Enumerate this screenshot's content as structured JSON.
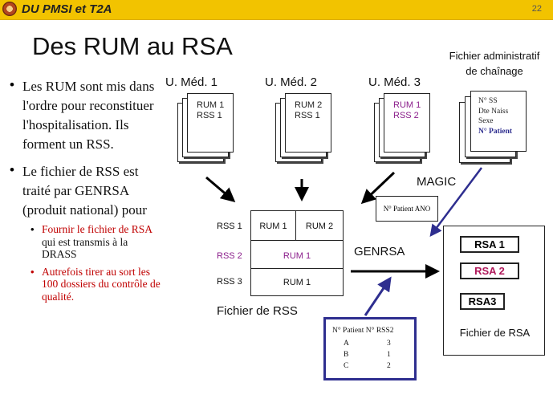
{
  "header": {
    "title": "DU PMSI et T2A",
    "slide_number": "22"
  },
  "slide_title": "Des RUM au RSA",
  "bullets": [
    {
      "text": "Les RUM sont mis dans l'ordre pour reconstituer l'hospitalisation. Ils forment un RSS."
    },
    {
      "text": "Le fichier de RSS est traité par GENRSA (produit national) pour"
    }
  ],
  "sub_bullets": [
    {
      "red": "Fournir le fichier de RSA",
      "black": " qui est transmis à la DRASS"
    },
    {
      "red": "Autrefois tirer au sort les 100 dossiers du contrôle de qualité.",
      "black": ""
    }
  ],
  "units": [
    {
      "label": "U. Méd. 1",
      "line1": "RUM 1",
      "line2": "RSS 1",
      "color": "#222222"
    },
    {
      "label": "U. Méd. 2",
      "line1": "RUM 2",
      "line2": "RSS 1",
      "color": "#222222"
    },
    {
      "label": "U. Méd. 3",
      "line1": "RUM 1",
      "line2": "RSS 2",
      "color": "#8b1e8b"
    }
  ],
  "admin_file": {
    "label_line1": "Fichier administratif",
    "label_line2": "de chaînage",
    "lines": [
      "N° SS",
      "Dte Naiss",
      "Sexe"
    ],
    "patient": "N° Patient"
  },
  "magic": {
    "label": "MAGIC",
    "box_text": "N° Patient ANO"
  },
  "rss_table": {
    "rows": [
      {
        "label": "RSS 1",
        "cells": [
          "RUM 1",
          "RUM 2"
        ],
        "color": "#111111"
      },
      {
        "label": "RSS 2",
        "cells": [
          "RUM 1"
        ],
        "color": "#8b1e8b"
      },
      {
        "label": "RSS 3",
        "cells": [
          "RUM 1"
        ],
        "color": "#111111"
      }
    ],
    "caption": "Fichier de RSS"
  },
  "genrsa": {
    "label": "GENRSA"
  },
  "rsa_file": {
    "items": [
      {
        "label": "RSA 1",
        "color": "#000000"
      },
      {
        "label": "RSA 2",
        "color": "#b0185a"
      },
      {
        "label": "RSA3",
        "color": "#000000"
      }
    ],
    "caption": "Fichier de RSA"
  },
  "mapping": {
    "header_col1": "N° Patient",
    "header_col2": "N° RSS2",
    "rows": [
      {
        "patient": "A",
        "rss": "3"
      },
      {
        "patient": "B",
        "rss": "1"
      },
      {
        "patient": "C",
        "rss": "2"
      }
    ]
  },
  "colors": {
    "header_bg": "#f2c300",
    "accent_blue": "#2e2e8f",
    "red": "#c00000",
    "purple": "#8b1e8b"
  }
}
